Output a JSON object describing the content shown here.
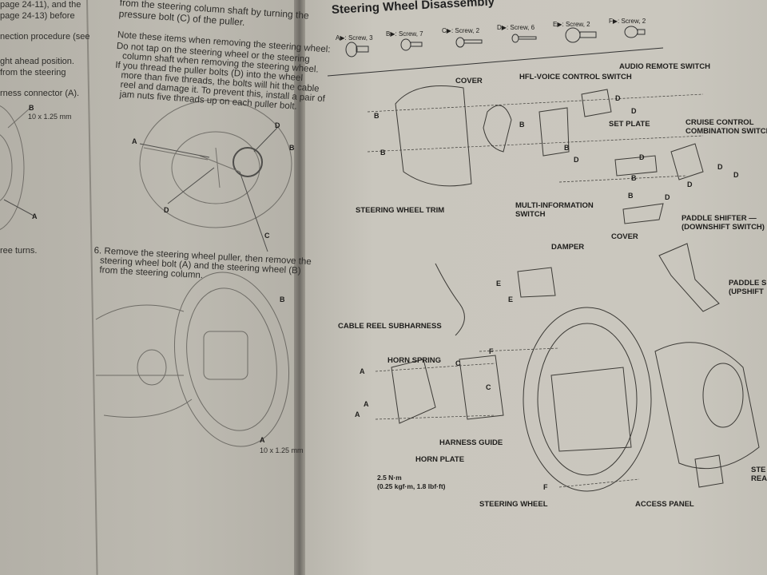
{
  "left_page": {
    "lines": [
      "page 24-11), and the",
      "page 24-13) before",
      "nection procedure (see",
      "ght ahead position.",
      "from the steering",
      "rness connector (A).",
      "ree turns."
    ],
    "callouts": {
      "b": "B",
      "b_spec": "10 x 1.25 mm",
      "a": "A"
    }
  },
  "middle_page": {
    "top_lines": [
      "from the steering column shaft by turning the",
      "pressure bolt (C) of the puller."
    ],
    "note_heading": "Note these items when removing the steering wheel:",
    "bullets": [
      [
        "Do not tap on the steering wheel or the steering",
        "column shaft when removing the steering wheel."
      ],
      [
        "If you thread the puller bolts (D) into the wheel",
        "more than five threads, the bolts will hit the cable",
        "reel and damage it. To prevent this, install a pair of",
        "jam nuts five threads up on each puller bolt."
      ]
    ],
    "step6": [
      "6. Remove the steering wheel puller, then remove the",
      "steering wheel bolt (A) and the steering wheel (B)",
      "from the steering column."
    ],
    "fig1_callouts": [
      "A",
      "B",
      "C",
      "D",
      "D"
    ],
    "fig2_callouts": {
      "b": "B",
      "a": "A",
      "a_spec": "10 x 1.25 mm"
    }
  },
  "right_page": {
    "title": "Steering Wheel Disassembly",
    "screws": [
      {
        "letter": "A",
        "label": ": Screw, 3"
      },
      {
        "letter": "B",
        "label": ": Screw, 7"
      },
      {
        "letter": "C",
        "label": ": Screw, 2"
      },
      {
        "letter": "D",
        "label": ": Screw, 6"
      },
      {
        "letter": "E",
        "label": ": Screw, 2"
      },
      {
        "letter": "F",
        "label": ": Screw, 2"
      }
    ],
    "parts": {
      "cover_top": "COVER",
      "hfl": "HFL-VOICE CONTROL SWITCH",
      "audio": "AUDIO REMOTE SWITCH",
      "set_plate": "SET PLATE",
      "cruise": [
        "CRUISE CONTROL",
        "COMBINATION SWITCH"
      ],
      "trim": "STEERING WHEEL TRIM",
      "multi": [
        "MULTI-INFORMATION",
        "SWITCH"
      ],
      "cover_bottom": "COVER",
      "paddle_down": [
        "PADDLE SHIFTER —",
        "(DOWNSHIFT SWITCH)"
      ],
      "damper": "DAMPER",
      "paddle_up": [
        "PADDLE S",
        "(UPSHIFT"
      ],
      "cable_reel": "CABLE REEL SUBHARNESS",
      "horn_spring": "HORN SPRING",
      "harness_guide": "HARNESS GUIDE",
      "horn_plate": "HORN PLATE",
      "torque": [
        "2.5 N·m",
        "(0.25 kgf·m, 1.8 lbf·ft)"
      ],
      "steering_wheel": "STEERING WHEEL",
      "access_panel": "ACCESS PANEL",
      "ste_rea": [
        "STE",
        "REA"
      ]
    },
    "callouts": [
      "B",
      "B",
      "B",
      "D",
      "D",
      "D",
      "B",
      "B",
      "D",
      "D",
      "D",
      "D",
      "D",
      "B",
      "E",
      "E",
      "F",
      "C",
      "C",
      "A",
      "A",
      "A",
      "F"
    ]
  }
}
